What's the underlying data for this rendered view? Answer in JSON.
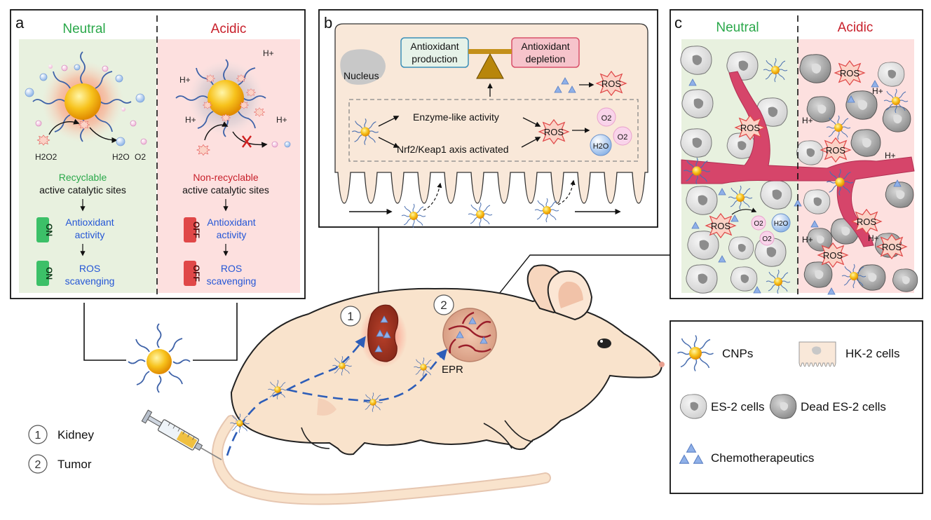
{
  "colors": {
    "neutral_green": "#2aa84a",
    "acidic_red": "#c8202b",
    "blue_text": "#2456d6",
    "on_green": "#3cc068",
    "off_red": "#e04848",
    "neutral_bg": "#e8f1df",
    "acidic_bg": "#fde0df",
    "cell_bg": "#f8e8d8",
    "mouse_body": "#f9e3cc",
    "vessel": "#d6456a"
  },
  "panel_a": {
    "letter": "a",
    "neutral_title": "Neutral",
    "acidic_title": "Acidic",
    "h2o2": "H2O2",
    "h2o": "H2O",
    "o2": "O2",
    "hplus": "H+",
    "recyclable": "Recyclable",
    "non_recyclable": "Non-recyclable",
    "sites": "active catalytic sites",
    "antioxidant_1": "Antioxidant",
    "antioxidant_2": "activity",
    "ros_1": "ROS",
    "ros_2": "scavenging",
    "on": "ON",
    "off": "OFF"
  },
  "panel_b": {
    "letter": "b",
    "production_1": "Antioxidant",
    "production_2": "production",
    "depletion_1": "Antioxidant",
    "depletion_2": "depletion",
    "nucleus": "Nucleus",
    "ros": "ROS",
    "enzyme": "Enzyme-like activity",
    "nrf2": "Nrf2/Keap1 axis activated",
    "o2": "O2",
    "h2o": "H2O"
  },
  "panel_c": {
    "letter": "c",
    "neutral_title": "Neutral",
    "acidic_title": "Acidic",
    "ros": "ROS",
    "hplus": "H+",
    "o2": "O2",
    "h2o": "H2O"
  },
  "mouse": {
    "kidney_num": "1",
    "tumor_num": "2",
    "epr": "EPR"
  },
  "legend_bottom_left": {
    "num1": "1",
    "kidney": "Kidney",
    "num2": "2",
    "tumor": "Tumor"
  },
  "legend": {
    "cnps": "CNPs",
    "hk2": "HK-2 cells",
    "es2": "ES-2 cells",
    "dead_es2": "Dead ES-2 cells",
    "chemo": "Chemotherapeutics"
  }
}
